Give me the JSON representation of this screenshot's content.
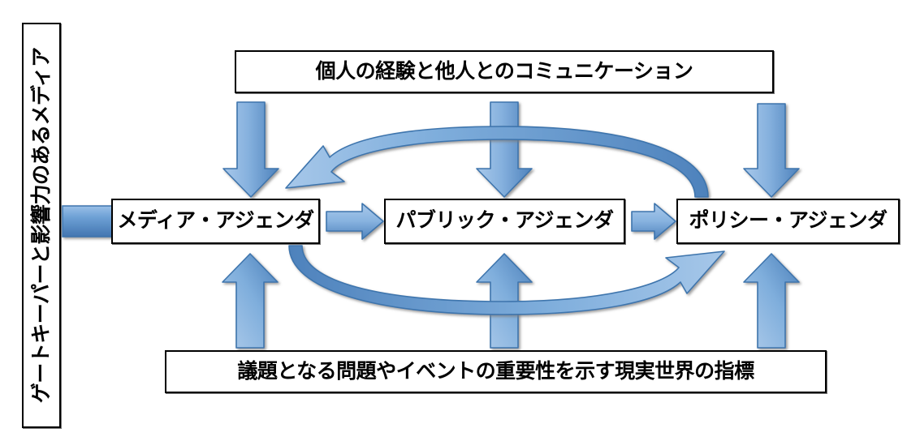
{
  "diagram": {
    "title_label": "ゲートキーパーと影響力のあるメディア",
    "top_influence": "個人の経験と他人とのコミュニケーション",
    "bottom_influence": "議題となる問題やイベントの重要性を示す現実世界の指標",
    "agendas": [
      {
        "id": "media",
        "label": "メディア・アジェンダ"
      },
      {
        "id": "public",
        "label": "パブリック・アジェンダ"
      },
      {
        "id": "policy",
        "label": "ポリシー・アジェンダ"
      }
    ],
    "colors": {
      "arrow_light": "#A8C8E8",
      "arrow_mid": "#5B9BD5",
      "arrow_dark": "#3E74AD",
      "arrow_stroke": "#3E74AD",
      "box_border": "#000000",
      "box_fill": "#FFFFFF",
      "text": "#000000",
      "background": "#FFFFFF"
    },
    "connectors": [
      {
        "name": "gatekeeper-to-media",
        "shape": "bar",
        "from": "gatekeeper",
        "to": "media"
      },
      {
        "name": "media-to-public",
        "shape": "straight-arrow",
        "direction": "right",
        "from": "media",
        "to": "public"
      },
      {
        "name": "public-to-policy",
        "shape": "straight-arrow",
        "direction": "right",
        "from": "public",
        "to": "policy"
      },
      {
        "name": "top-influence-to-media",
        "shape": "straight-arrow",
        "direction": "down",
        "from": "top_influence",
        "to": "media"
      },
      {
        "name": "top-influence-to-public",
        "shape": "straight-arrow",
        "direction": "down",
        "from": "top_influence",
        "to": "public"
      },
      {
        "name": "top-influence-to-policy",
        "shape": "straight-arrow",
        "direction": "down",
        "from": "top_influence",
        "to": "policy"
      },
      {
        "name": "bottom-influence-to-media",
        "shape": "straight-arrow",
        "direction": "up",
        "from": "bottom_influence",
        "to": "media"
      },
      {
        "name": "bottom-influence-to-public",
        "shape": "straight-arrow",
        "direction": "up",
        "from": "bottom_influence",
        "to": "public"
      },
      {
        "name": "bottom-influence-to-policy",
        "shape": "straight-arrow",
        "direction": "up",
        "from": "bottom_influence",
        "to": "policy"
      },
      {
        "name": "policy-to-media-feedback",
        "shape": "curved-arrow",
        "direction": "right-to-left-over-top",
        "from": "policy",
        "to": "media"
      },
      {
        "name": "media-to-policy-feedback",
        "shape": "curved-arrow",
        "direction": "left-to-right-under-bottom",
        "from": "media",
        "to": "policy"
      }
    ]
  }
}
